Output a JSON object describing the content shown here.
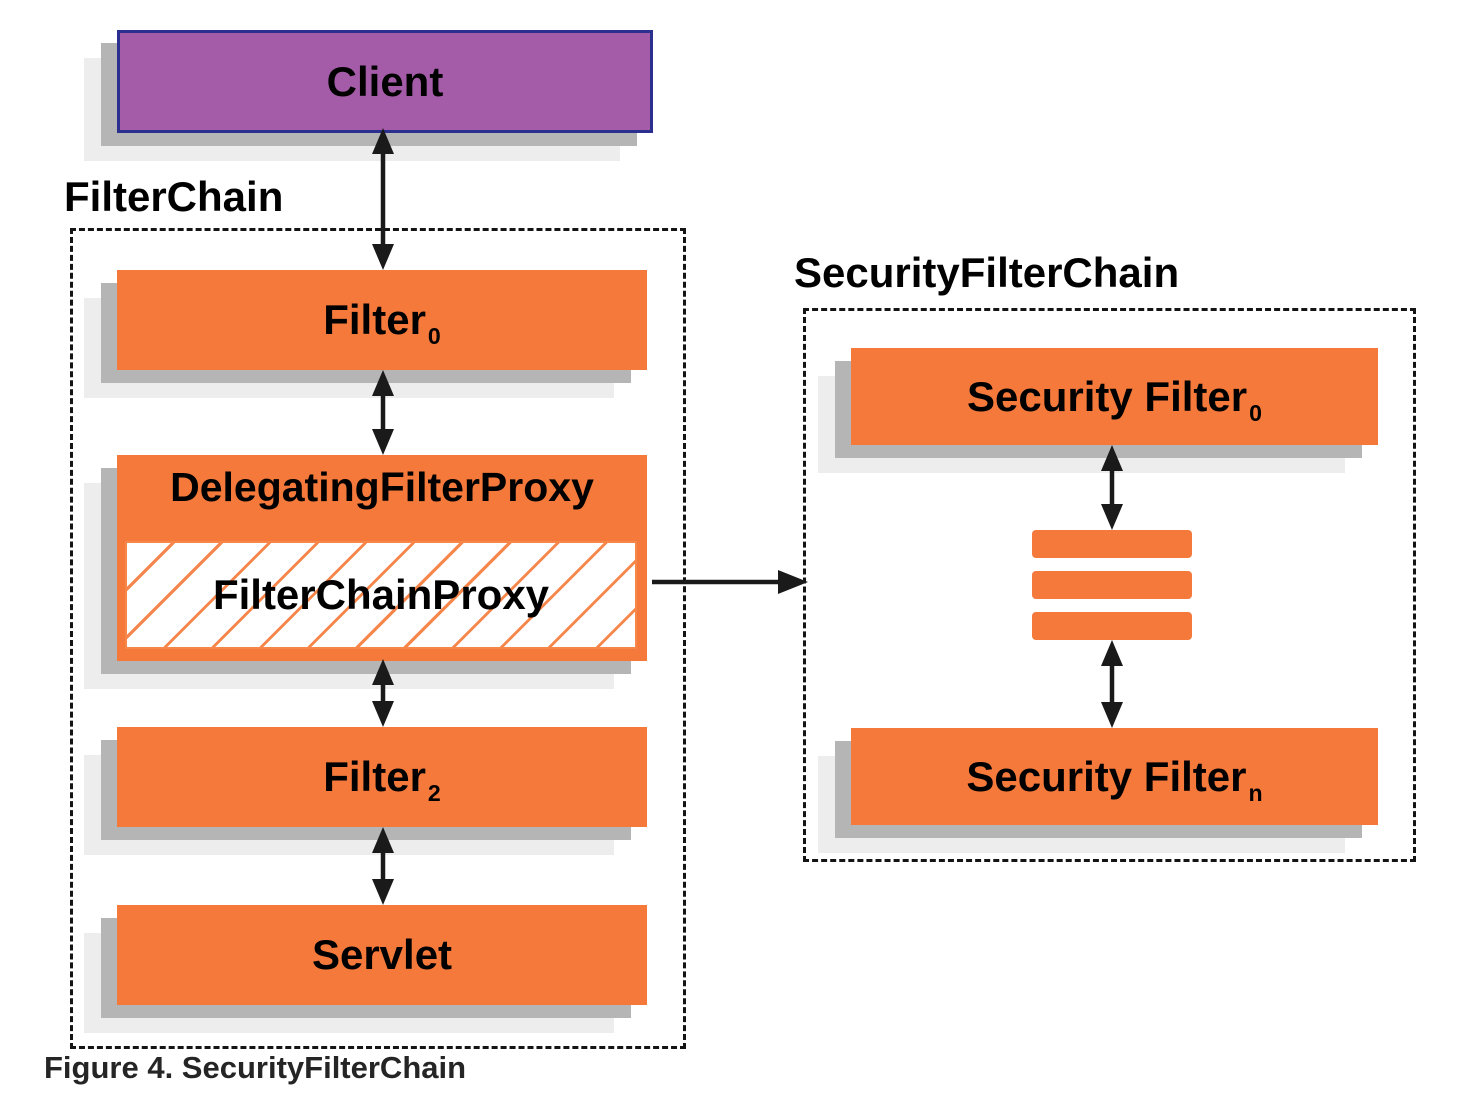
{
  "figure": {
    "caption": "Figure 4. SecurityFilterChain"
  },
  "client": {
    "label": "Client"
  },
  "filter_chain": {
    "title": "FilterChain",
    "filter0": {
      "label": "Filter",
      "sub": "0"
    },
    "delegating_filter_proxy": {
      "label": "DelegatingFilterProxy"
    },
    "filter_chain_proxy": {
      "label": "FilterChainProxy"
    },
    "filter2": {
      "label": "Filter",
      "sub": "2"
    },
    "servlet": {
      "label": "Servlet"
    }
  },
  "security_filter_chain": {
    "title": "SecurityFilterChain",
    "filter0": {
      "label": "Security Filter",
      "sub": "0"
    },
    "filtern": {
      "label": "Security Filter",
      "sub": "n"
    }
  },
  "connections": [
    {
      "from": "Client",
      "to": "Filter0",
      "style": "bidirectional"
    },
    {
      "from": "Filter0",
      "to": "DelegatingFilterProxy",
      "style": "bidirectional"
    },
    {
      "from": "FilterChainProxy",
      "to": "Filter2",
      "style": "bidirectional"
    },
    {
      "from": "Filter2",
      "to": "Servlet",
      "style": "bidirectional"
    },
    {
      "from": "FilterChainProxy",
      "to": "SecurityFilterChain",
      "style": "arrow-right"
    },
    {
      "from": "SecurityFilter0",
      "to": "SecurityFilterList",
      "style": "bidirectional"
    },
    {
      "from": "SecurityFilterList",
      "to": "SecurityFiltern",
      "style": "bidirectional"
    }
  ],
  "colors": {
    "box_orange": "#f4793b",
    "hatch_orange": "#f6864a",
    "client_purple": "#a55ca8",
    "client_border": "#2b2f8e",
    "shadow_gray": "#b5b5b5",
    "shadow_light": "#ededed",
    "arrow": "#1a1a1a",
    "caption_text": "#252525"
  }
}
